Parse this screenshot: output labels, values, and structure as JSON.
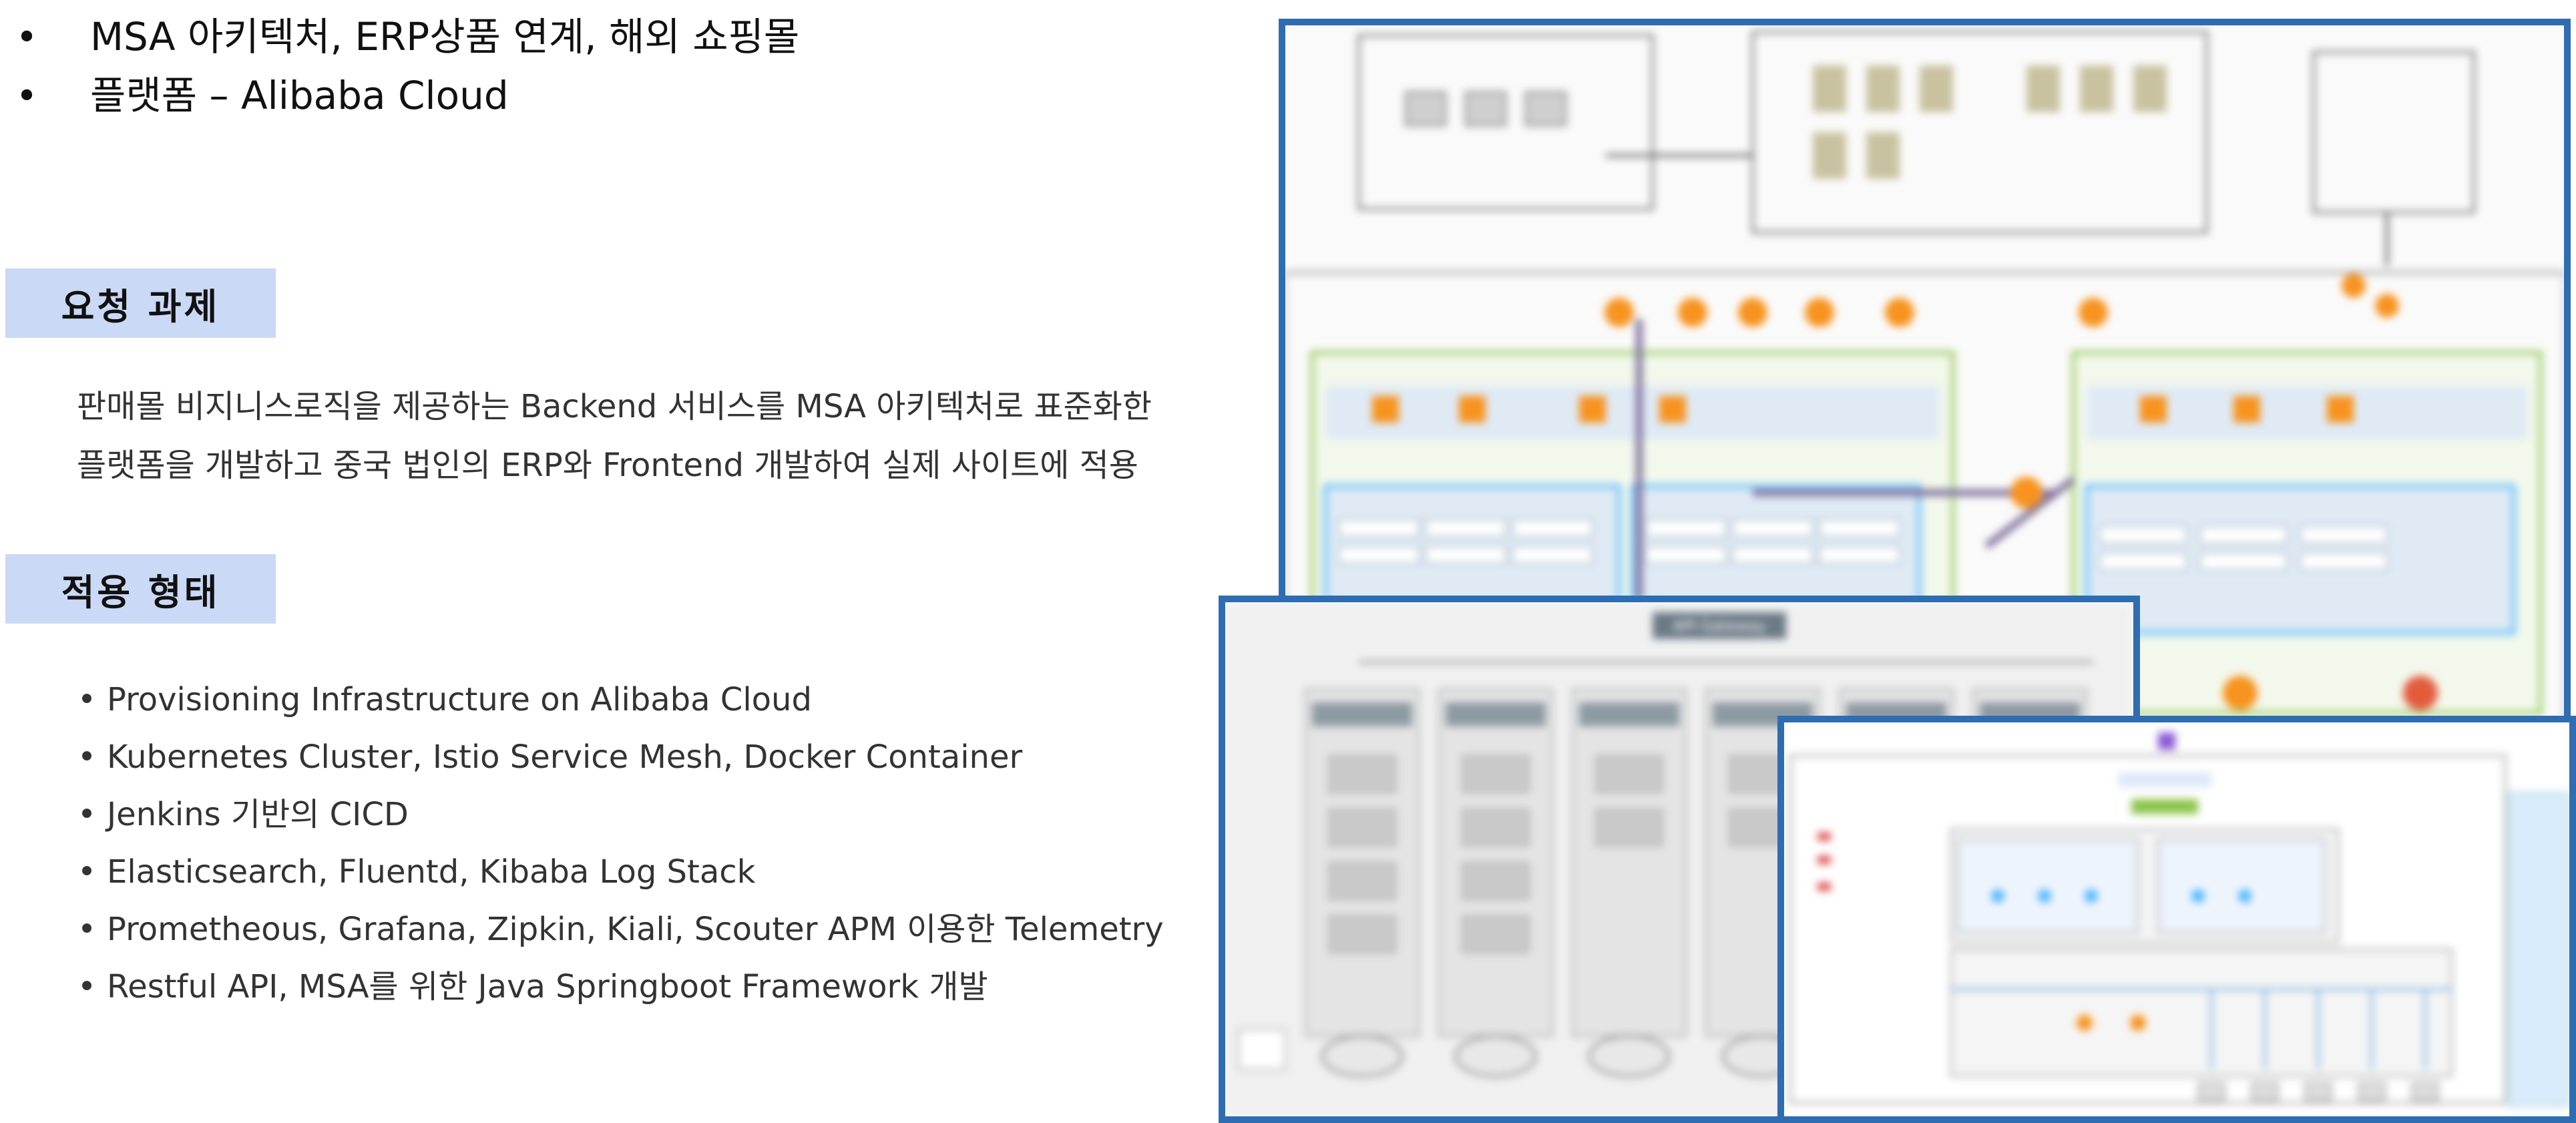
{
  "header": {
    "line1": "MSA 아키텍처, ERP상품 연계, 해외 쇼핑몰",
    "line2": "플랫폼 – Alibaba Cloud"
  },
  "sections": {
    "request": {
      "title": "요청 과제",
      "text1": "판매몰 비지니스로직을 제공하는 Backend 서비스를  MSA 아키텍처로 표준화한",
      "text2": "플랫폼을 개발하고 중국 법인의 ERP와 Frontend 개발하여 실제 사이트에 적용"
    },
    "apply": {
      "title": "적용 형태",
      "items": [
        "Provisioning Infrastructure on Alibaba Cloud",
        "Kubernetes Cluster, Istio Service Mesh, Docker Container",
        "Jenkins 기반의 CICD",
        "Elasticsearch, Fluentd, Kibaba Log Stack",
        "Prometheous, Grafana, Zipkin, Kiali, Scouter APM 이용한 Telemetry",
        "Restful API, MSA를 위한 Java Springboot Framework 개발"
      ]
    }
  },
  "diagram2": {
    "gateway": "API Gateway"
  },
  "colors": {
    "frame": "#2f6db2",
    "chip": "#cad9f5",
    "orange": "#f7931e",
    "green": "#8bc34a",
    "blue": "#4db6ff"
  }
}
